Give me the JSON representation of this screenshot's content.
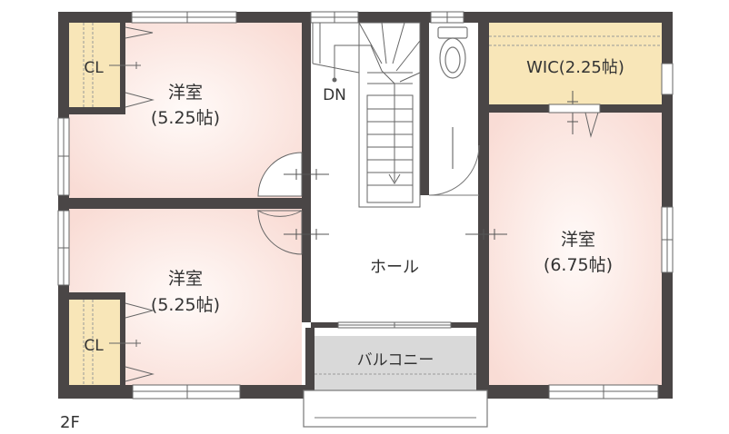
{
  "floor_label": "2F",
  "rooms": {
    "bedroom_top_left": {
      "name": "洋室",
      "size": "(5.25帖)"
    },
    "bedroom_bottom_left": {
      "name": "洋室",
      "size": "(5.25帖)"
    },
    "bedroom_right": {
      "name": "洋室",
      "size": "(6.75帖)"
    },
    "closet_top": {
      "name": "CL"
    },
    "closet_bottom": {
      "name": "CL"
    },
    "wic": {
      "name": "WIC(2.25帖)"
    },
    "hall": {
      "name": "ホール"
    },
    "balcony": {
      "name": "バルコニー"
    },
    "stairs": {
      "name": "DN"
    }
  },
  "colors": {
    "wall": "#4a4646",
    "room_pink": "#fbe6e1",
    "closet_yellow": "#f8e6b8",
    "toilet_blue": "#dcedf7",
    "balcony_gray": "#d9d9d9",
    "line": "#555555"
  }
}
